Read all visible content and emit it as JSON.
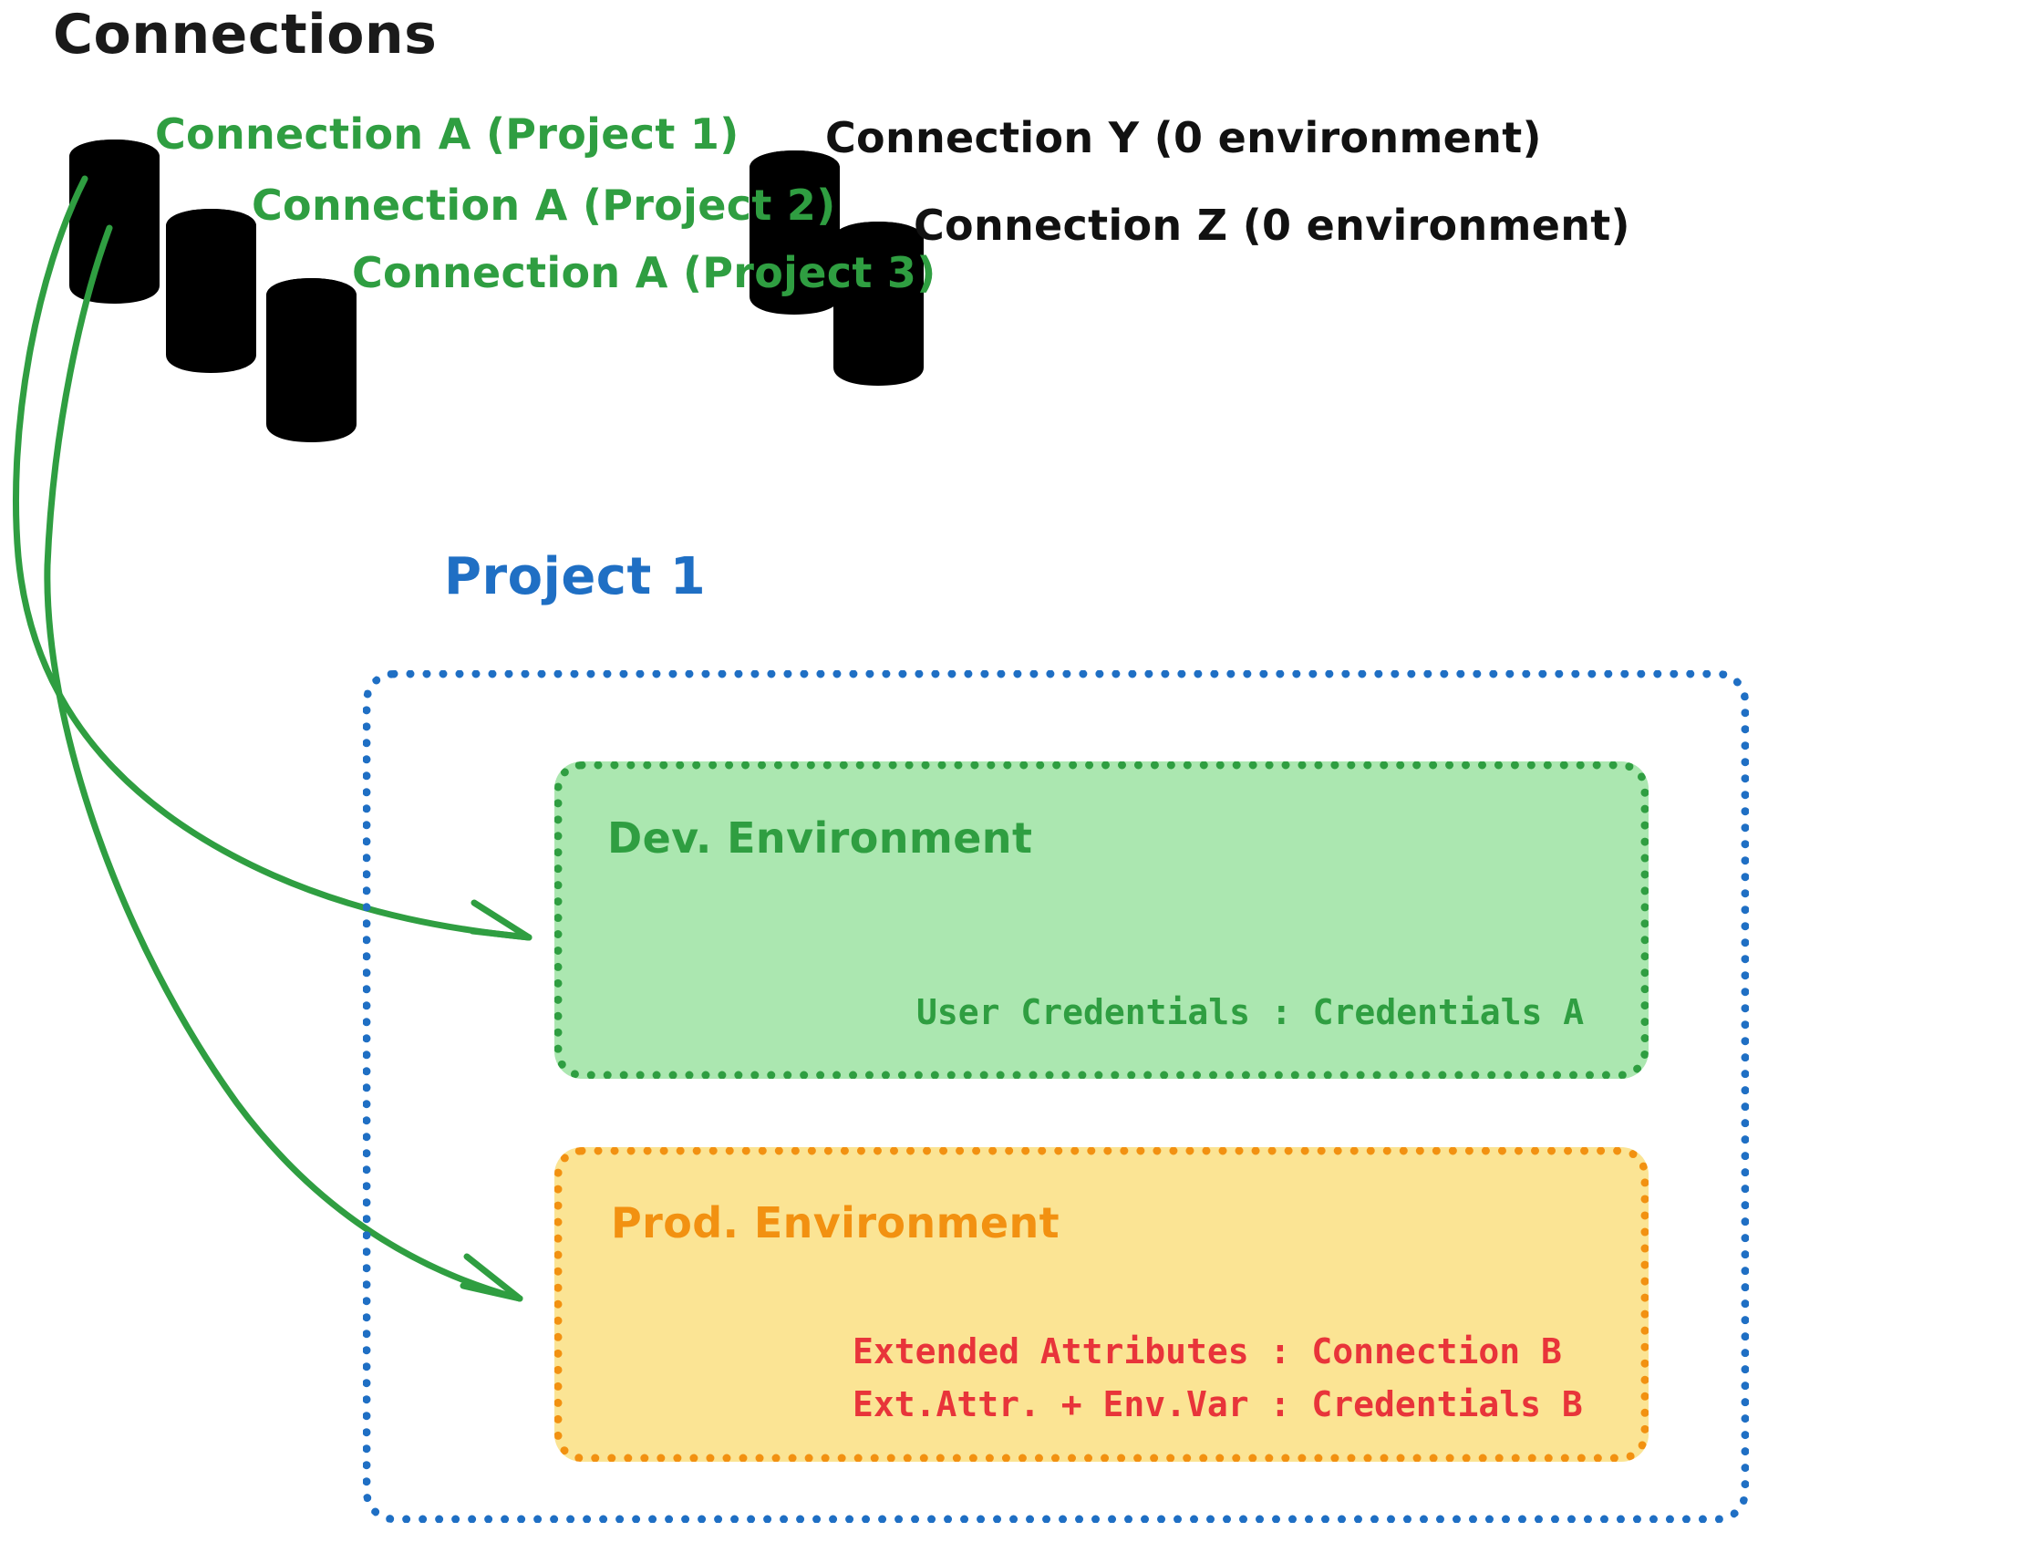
{
  "page": {
    "title": "Connections",
    "background_color": "#ffffff"
  },
  "colors": {
    "green_stroke": "#2f9e41",
    "green_fill": "#abe7b0",
    "gray_stroke": "#1a1a1a",
    "gray_fill": "#ccd0d9",
    "blue": "#1f6fc4",
    "orange": "#f29111",
    "orange_fill": "#fbe494",
    "red": "#e8343a",
    "black": "#1a1a1a"
  },
  "connections_section": {
    "heading": "Connections",
    "green_connections": [
      {
        "label": "Connection A (Project 1)",
        "icon": "database-cylinder-icon",
        "color": "#2f9e41"
      },
      {
        "label": "Connection A (Project 2)",
        "icon": "database-cylinder-icon",
        "color": "#2f9e41"
      },
      {
        "label": "Connection A (Project 3)",
        "icon": "database-cylinder-icon",
        "color": "#2f9e41"
      }
    ],
    "gray_connections": [
      {
        "label": "Connection Y (0 environment)",
        "icon": "database-cylinder-icon",
        "color": "#1a1a1a"
      },
      {
        "label": "Connection Z (0 environment)",
        "icon": "database-cylinder-icon",
        "color": "#1a1a1a"
      }
    ]
  },
  "project": {
    "title": "Project 1",
    "environments": [
      {
        "name": "Dev. Environment",
        "accent": "#2f9e41",
        "fill": "#abe7b0",
        "lines": [
          "User Credentials : Credentials A"
        ]
      },
      {
        "name": "Prod. Environment",
        "accent": "#f29111",
        "fill": "#fbe494",
        "lines": [
          "Extended Attributes : Connection B",
          "Ext.Attr. + Env.Var : Credentials B"
        ]
      }
    ]
  },
  "arrows": [
    {
      "from": "Connection A (Project 1)",
      "to": "Dev. Environment",
      "color": "#2f9e41"
    },
    {
      "from": "Connection A (Project 1)",
      "to": "Prod. Environment",
      "color": "#2f9e41"
    }
  ]
}
